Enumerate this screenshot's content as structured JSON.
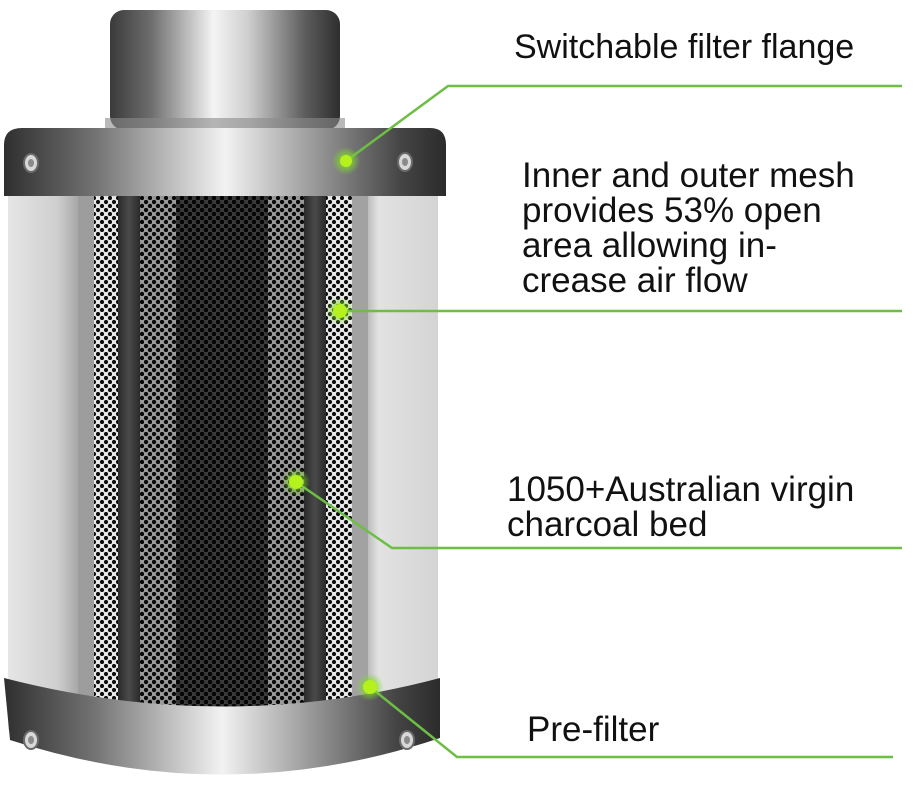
{
  "product": "carbon-air-filter",
  "colors": {
    "callout_line": "#6cbe45",
    "callout_dot": "#b5f21c",
    "callout_glow": "#7fdc2a",
    "text": "#111111",
    "background": "#ffffff"
  },
  "callouts": [
    {
      "id": "flange",
      "text": "Switchable filter flange"
    },
    {
      "id": "mesh",
      "text": "Inner and outer mesh\nprovides 53% open\narea allowing in-\ncrease air flow"
    },
    {
      "id": "charcoal",
      "text": "1050+Australian virgin\ncharcoal bed"
    },
    {
      "id": "prefilter",
      "text": "Pre-filter"
    }
  ]
}
